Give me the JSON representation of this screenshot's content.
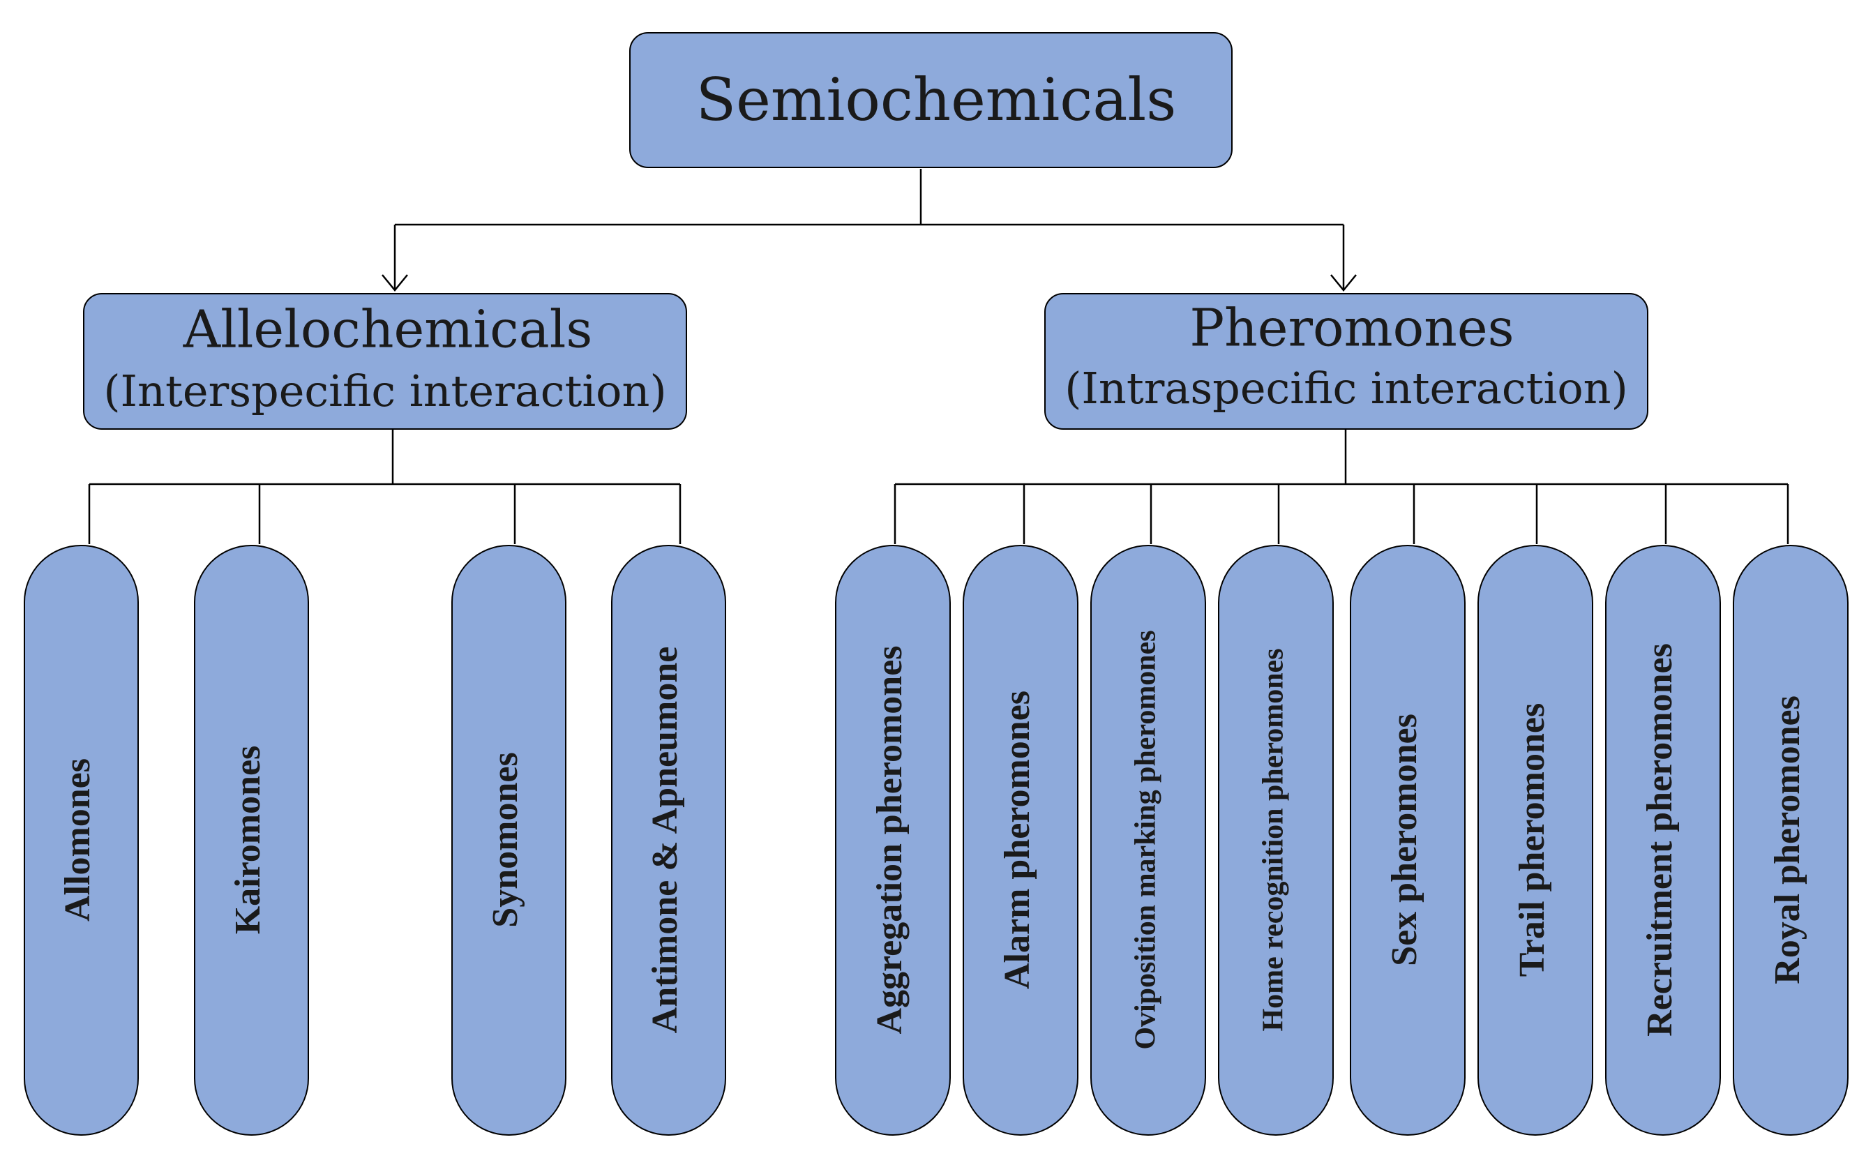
{
  "root": {
    "label": "Semiochemicals"
  },
  "allelochemicals": {
    "title": "Allelochemicals",
    "subtitle": "(Interspecific interaction)",
    "children": [
      "Allomones",
      "Kairomones",
      "Synomones",
      "Antimone & Apneumone"
    ]
  },
  "pheromones": {
    "title": "Pheromones",
    "subtitle": "(Intraspecific interaction)",
    "children": [
      "Aggregation pheromones",
      "Alarm pheromones",
      "Oviposition marking pheromones",
      "Home recognition pheromones",
      "Sex pheromones",
      "Trail pheromones",
      "Recruitment pheromones",
      "Royal pheromones"
    ]
  },
  "colors": {
    "box_fill": "#8eaadb",
    "box_stroke": "#000000",
    "line": "#000000",
    "text": "#1a1a1a"
  }
}
